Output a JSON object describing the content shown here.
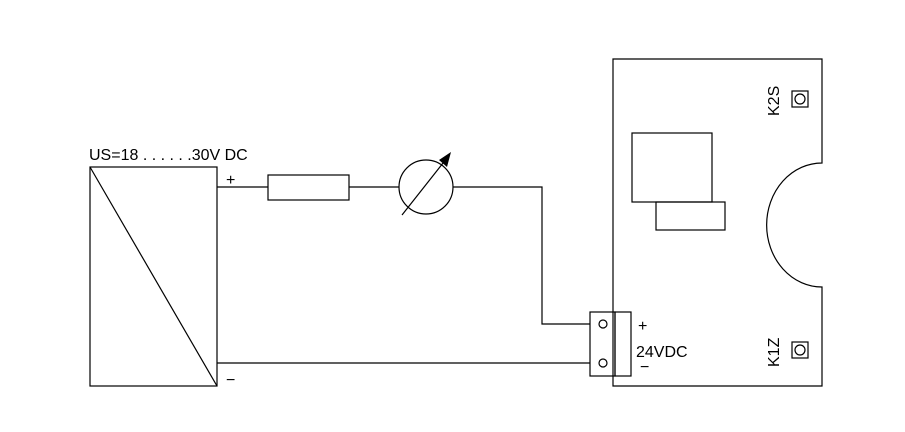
{
  "supply": {
    "label": "US=18 . . . . . .30V DC",
    "plus": "+",
    "minus": "−"
  },
  "terminal": {
    "label": "24VDC",
    "plus": "+",
    "minus": "−"
  },
  "board": {
    "top_label": "K2S",
    "bottom_label": "K1Z"
  }
}
